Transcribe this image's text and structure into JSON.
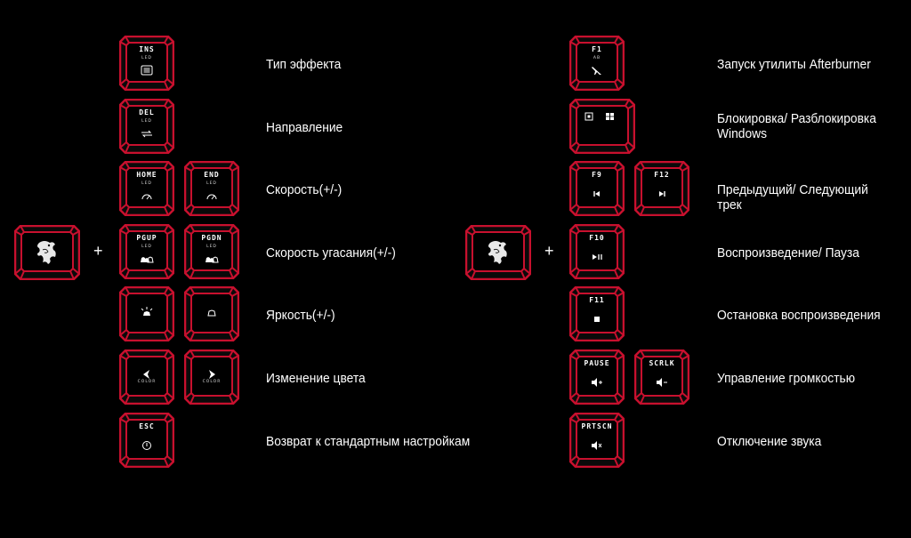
{
  "left": {
    "plus": "+",
    "rows": [
      {
        "keys": [
          {
            "label": "INS",
            "sub": "LED",
            "icon": "effect-list-icon"
          }
        ],
        "desc": "Тип эффекта"
      },
      {
        "keys": [
          {
            "label": "DEL",
            "sub": "LED",
            "icon": "direction-arrows-icon"
          }
        ],
        "desc": "Направление"
      },
      {
        "keys": [
          {
            "label": "HOME",
            "sub": "LED",
            "icon": "speedometer-icon"
          },
          {
            "label": "END",
            "sub": "LED",
            "icon": "speedometer-icon"
          }
        ],
        "desc": "Скорость(+/-)"
      },
      {
        "keys": [
          {
            "label": "PGUP",
            "sub": "LED",
            "icon": "fade-bells-icon"
          },
          {
            "label": "PGDN",
            "sub": "LED",
            "icon": "fade-bells-icon"
          }
        ],
        "desc": "Скорость угасания(+/-)"
      },
      {
        "keys": [
          {
            "label": "",
            "sub": "",
            "icon": "brightness-up-icon"
          },
          {
            "label": "",
            "sub": "",
            "icon": "brightness-down-icon"
          }
        ],
        "desc": "Яркость(+/-)"
      },
      {
        "keys": [
          {
            "label": "",
            "sub": "COLOR",
            "icon": "arrow-left-icon"
          },
          {
            "label": "",
            "sub": "COLOR",
            "icon": "arrow-right-icon"
          }
        ],
        "desc": "Изменение цвета"
      },
      {
        "keys": [
          {
            "label": "ESC",
            "sub": "",
            "icon": "reset-icon"
          }
        ],
        "desc": "Возврат к стандартным настройкам"
      }
    ]
  },
  "right": {
    "plus": "+",
    "rows": [
      {
        "keys": [
          {
            "label": "F1",
            "sub": "AB",
            "icon": "afterburner-plane-icon"
          }
        ],
        "desc": "Запуск утилиты Afterburner"
      },
      {
        "keys": [
          {
            "label": "",
            "sub": "",
            "icon": "windows-lock-icon",
            "wide": true
          }
        ],
        "desc": "Блокировка/ Разблокировка Windows"
      },
      {
        "keys": [
          {
            "label": "F9",
            "sub": "",
            "icon": "previous-track-icon"
          },
          {
            "label": "F12",
            "sub": "",
            "icon": "next-track-icon"
          }
        ],
        "desc": "Предыдущий/ Следующий трек"
      },
      {
        "keys": [
          {
            "label": "F10",
            "sub": "",
            "icon": "play-pause-icon"
          }
        ],
        "desc": "Воспроизведение/ Пауза"
      },
      {
        "keys": [
          {
            "label": "F11",
            "sub": "",
            "icon": "stop-icon"
          }
        ],
        "desc": "Остановка воспроизведения"
      },
      {
        "keys": [
          {
            "label": "PAUSE",
            "sub": "",
            "icon": "volume-up-icon"
          },
          {
            "label": "SCRLK",
            "sub": "",
            "icon": "volume-down-icon"
          }
        ],
        "desc": "Управление громкостью"
      },
      {
        "keys": [
          {
            "label": "PRTSCN",
            "sub": "",
            "icon": "mute-icon"
          }
        ],
        "desc": "Отключение звука"
      }
    ]
  },
  "colors": {
    "accent": "#c8102e",
    "background": "#000000",
    "text": "#ffffff"
  }
}
